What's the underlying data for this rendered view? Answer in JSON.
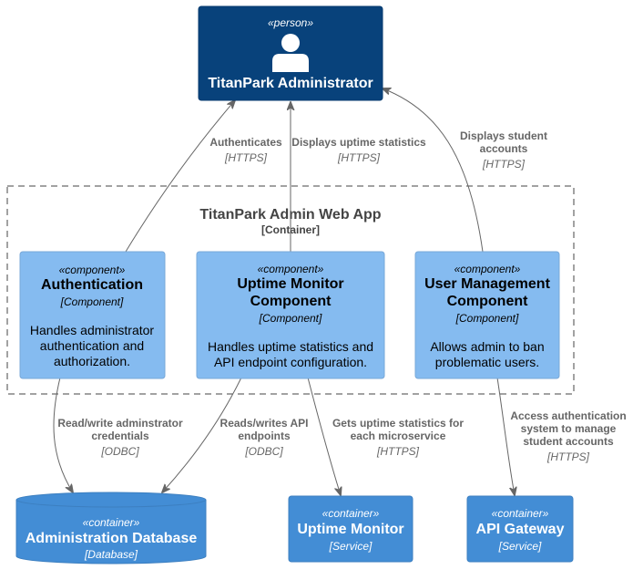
{
  "person": {
    "stereotype": "«person»",
    "title": "TitanPark Administrator",
    "icon": "person-icon",
    "fill": "#08427B"
  },
  "boundary": {
    "title": "TitanPark Admin Web App",
    "subtitle": "[Container]"
  },
  "components": {
    "auth": {
      "stereotype": "«component»",
      "title_lines": [
        "Authentication"
      ],
      "type": "[Component]",
      "desc_lines": [
        "Handles administrator",
        "authentication and",
        "authorization."
      ]
    },
    "uptime": {
      "stereotype": "«component»",
      "title_lines": [
        "Uptime Monitor",
        "Component"
      ],
      "type": "[Component]",
      "desc_lines": [
        "Handles uptime statistics and",
        "API endpoint configuration."
      ]
    },
    "usermgmt": {
      "stereotype": "«component»",
      "title_lines": [
        "User Management",
        "Component"
      ],
      "type": "[Component]",
      "desc_lines": [
        "Allows admin to ban",
        "problematic users."
      ]
    }
  },
  "containers": {
    "database": {
      "stereotype": "«container»",
      "title": "Administration Database",
      "type": "[Database]"
    },
    "uptime_monitor": {
      "stereotype": "«container»",
      "title": "Uptime Monitor",
      "type": "[Service]"
    },
    "api_gateway": {
      "stereotype": "«container»",
      "title": "API Gateway",
      "type": "[Service]"
    }
  },
  "relations": {
    "auth_to_person": {
      "label_lines": [
        "Authenticates"
      ],
      "tech": "[HTTPS]"
    },
    "uptime_to_person": {
      "label_lines": [
        "Displays uptime statistics"
      ],
      "tech": "[HTTPS]"
    },
    "users_to_person": {
      "label_lines": [
        "Displays student",
        "accounts"
      ],
      "tech": "[HTTPS]"
    },
    "auth_to_db": {
      "label_lines": [
        "Read/write adminstrator",
        "credentials"
      ],
      "tech": "[ODBC]"
    },
    "uptime_to_db": {
      "label_lines": [
        "Reads/writes API",
        "endpoints"
      ],
      "tech": "[ODBC]"
    },
    "uptime_to_monitor": {
      "label_lines": [
        "Gets uptime statistics for",
        "each microservice"
      ],
      "tech": "[HTTPS]"
    },
    "users_to_gateway": {
      "label_lines": [
        "Access authentication",
        "system to manage",
        "student accounts"
      ],
      "tech": "[HTTPS]"
    }
  },
  "colors": {
    "person": "#08427B",
    "component": "#85BBF0",
    "component_border": "#78A8D8",
    "container": "#438DD5",
    "container_border": "#3C7FC0",
    "edge": "#666666",
    "boundary": "#444444"
  }
}
